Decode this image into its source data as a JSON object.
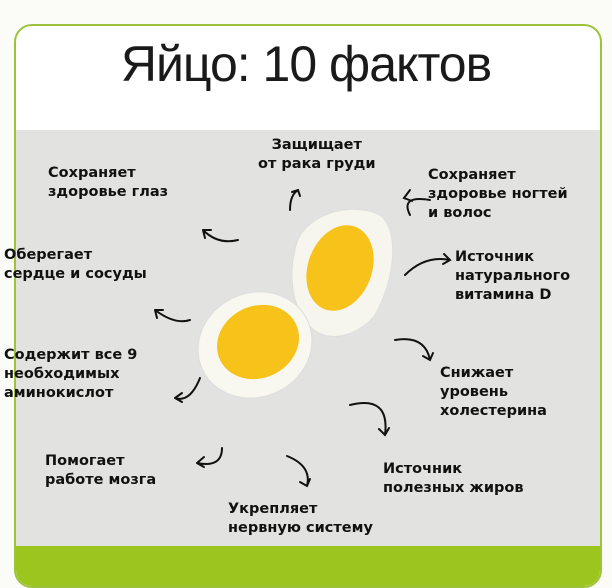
{
  "title": "Яйцо: 10 фактов",
  "facts": {
    "breast": [
      "Защищает",
      "от рака груди"
    ],
    "eyes": [
      "Сохраняет",
      "здоровье глаз"
    ],
    "nails": [
      "Сохраняет",
      "здоровье ногтей",
      "и волос"
    ],
    "heart": [
      "Оберегает",
      "сердце и сосуды"
    ],
    "vitd": [
      "Источник",
      "натурального",
      "витамина D"
    ],
    "amino": [
      "Содержит все 9",
      "необходимых",
      "аминокислот"
    ],
    "chol": [
      "Снижает",
      "уровень",
      "холестерина"
    ],
    "brain": [
      "Помогает",
      "работе мозга"
    ],
    "nerve": [
      "Укрепляет",
      "нервную систему"
    ],
    "fats": [
      "Источник",
      "полезных жиров"
    ]
  },
  "colors": {
    "border": "#9cc43a",
    "band": "#9cc61e",
    "panel": "#e2e2e0",
    "yolk": "#f7c21a"
  }
}
